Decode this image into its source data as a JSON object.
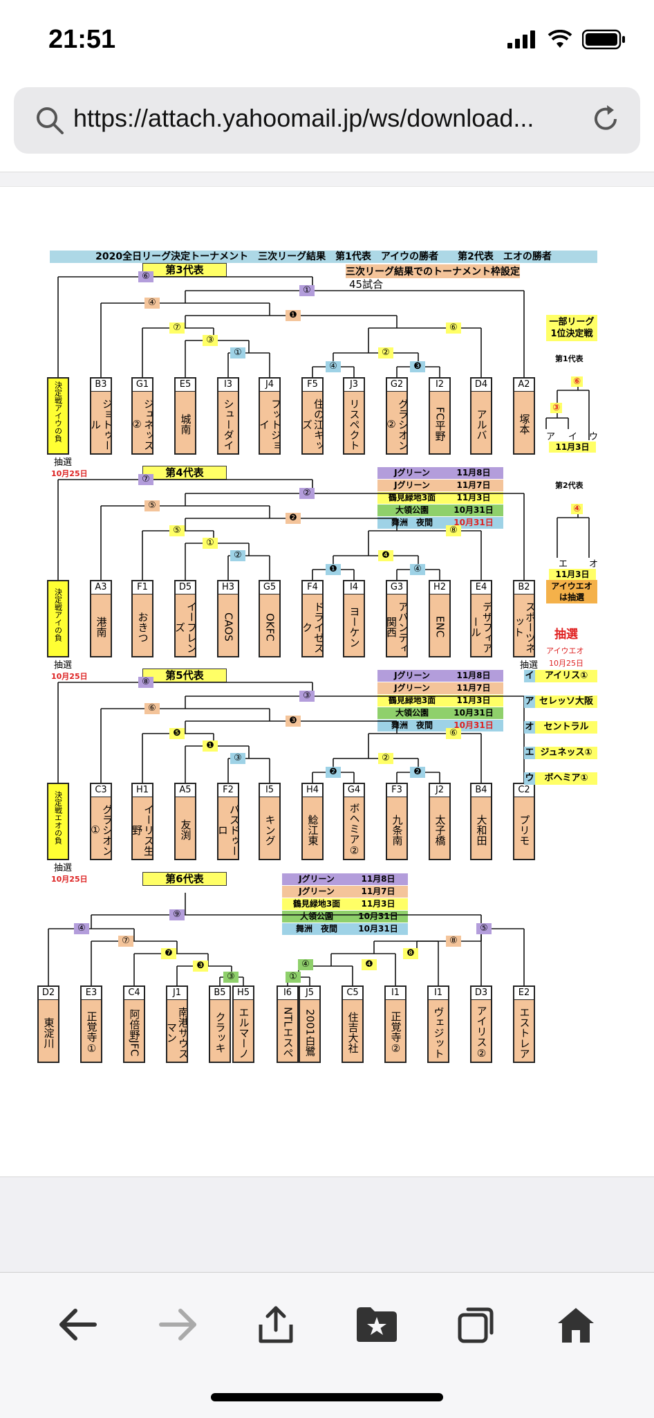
{
  "status": {
    "time": "21:51"
  },
  "browser": {
    "url": "https://attach.yahoomail.jp/ws/download..."
  },
  "doc": {
    "header": "2020全日リーグ決定トーナメント　三次リーグ結果　第1代表　アイウの勝者　　第2代表　エオの勝者",
    "subheader": "三次リーグ結果でのトーナメント枠設定",
    "match_count": "45試合",
    "lottery": "抽選",
    "date_lottery": "10月25日",
    "section_labels": [
      "第3代表",
      "第4代表",
      "第5代表",
      "第6代表"
    ],
    "venues": [
      {
        "name": "Jグリーン",
        "date": "11月8日",
        "color": "#b39ddb"
      },
      {
        "name": "Jグリーン",
        "date": "11月7日",
        "color": "#f4c49a"
      },
      {
        "name": "鶴見緑地3面",
        "date": "11月3日",
        "color": "#ffff66"
      },
      {
        "name": "大領公園",
        "date": "10月31日",
        "color": "#8fd06b"
      },
      {
        "name": "舞洲　夜間",
        "date": "10月31日",
        "color": "#9ed2e6"
      }
    ],
    "sec3_teams": [
      {
        "code": "",
        "name": "決定戦アイウの負",
        "loser": true
      },
      {
        "code": "B3",
        "name": "ジョトゥール"
      },
      {
        "code": "G1",
        "name": "ジュネッス②"
      },
      {
        "code": "E5",
        "name": "城南"
      },
      {
        "code": "I3",
        "name": "シューダイ"
      },
      {
        "code": "J4",
        "name": "フットジョイ"
      },
      {
        "code": "F5",
        "name": "住の江キッズ"
      },
      {
        "code": "J3",
        "name": "リスペクト"
      },
      {
        "code": "G2",
        "name": "グラシオン②"
      },
      {
        "code": "I2",
        "name": "FC平野"
      },
      {
        "code": "D4",
        "name": "アルバ"
      },
      {
        "code": "A2",
        "name": "塚本"
      }
    ],
    "sec3_nums": [
      "⑥",
      "①",
      "④",
      "❶",
      "⑦",
      "③",
      "①",
      "④",
      "❸",
      "②",
      "⑥"
    ],
    "sec4_teams": [
      {
        "code": "",
        "name": "決定戦アイの負",
        "loser": true
      },
      {
        "code": "A3",
        "name": "港南"
      },
      {
        "code": "F1",
        "name": "おきつ"
      },
      {
        "code": "D5",
        "name": "イーフレンズ"
      },
      {
        "code": "H3",
        "name": "CAOS"
      },
      {
        "code": "G5",
        "name": "OKFC"
      },
      {
        "code": "F4",
        "name": "ドライゼスク"
      },
      {
        "code": "I4",
        "name": "ヨーケン"
      },
      {
        "code": "G3",
        "name": "アバンティ関西"
      },
      {
        "code": "H2",
        "name": "ENC"
      },
      {
        "code": "E4",
        "name": "デザフィアール"
      },
      {
        "code": "B2",
        "name": "スポーツネット"
      }
    ],
    "sec4_nums": [
      "⑦",
      "②",
      "⑤",
      "❷",
      "⑤",
      "①",
      "②",
      "❶",
      "④",
      "❹",
      "⑧"
    ],
    "sec5_teams": [
      {
        "code": "",
        "name": "決定戦エオの負",
        "loser": true
      },
      {
        "code": "C3",
        "name": "グラシオン①"
      },
      {
        "code": "H1",
        "name": "イーリス生野"
      },
      {
        "code": "A5",
        "name": "友渕"
      },
      {
        "code": "F2",
        "name": "パスドゥーロ"
      },
      {
        "code": "I5",
        "name": "キング"
      },
      {
        "code": "H4",
        "name": "鯰江東"
      },
      {
        "code": "G4",
        "name": "ボヘミア②"
      },
      {
        "code": "F3",
        "name": "九条南"
      },
      {
        "code": "J2",
        "name": "太子橋"
      },
      {
        "code": "B4",
        "name": "大和田"
      },
      {
        "code": "C2",
        "name": "プリモ"
      }
    ],
    "sec5_nums": [
      "⑧",
      "③",
      "⑥",
      "❸",
      "❺",
      "❶",
      "③",
      "❷",
      "❷",
      "②",
      "⑥"
    ],
    "sec6_teams": [
      {
        "code": "D2",
        "name": "東淀川"
      },
      {
        "code": "E3",
        "name": "正覚寺①"
      },
      {
        "code": "C4",
        "name": "阿倍野JFC"
      },
      {
        "code": "J1",
        "name": "南港サウスマン"
      },
      {
        "code": "B5",
        "name": "クラッキ"
      },
      {
        "code": "H5",
        "name": "エルマーノ"
      },
      {
        "code": "I6",
        "name": "NTLエスペ"
      },
      {
        "code": "J5",
        "name": "2001白鷺"
      },
      {
        "code": "C5",
        "name": "住吉大社"
      },
      {
        "code": "I1",
        "name": "正覚寺②"
      },
      {
        "code": "I1",
        "name": "ヴェジット"
      },
      {
        "code": "D3",
        "name": "アイリス②"
      },
      {
        "code": "E2",
        "name": "エストレア"
      }
    ],
    "sec6_nums": [
      "⑨",
      "④",
      "⑦",
      "❼",
      "❸",
      "③",
      "④",
      "①",
      "❹",
      "❽",
      "⑧",
      "⑤"
    ],
    "right": {
      "league_title": "一部リーグ",
      "league_sub": "1位決定戦",
      "rep1": "第1代表",
      "rep2": "第2代表",
      "n6": "⑥",
      "n3": "③",
      "n4": "④",
      "aiu": [
        "ア",
        "イ",
        "ウ"
      ],
      "eo": [
        "エ",
        "オ"
      ],
      "date_nov3": "11月3日",
      "eo_lottery_1": "アイウエオ",
      "eo_lottery_2": "は抽選",
      "lottery_big": "抽選",
      "lottery_names": "アイウエオ",
      "lottery_date": "10月25日",
      "list": [
        {
          "k": "イ",
          "v": "アイリス①"
        },
        {
          "k": "ア",
          "v": "セレッソ大阪"
        },
        {
          "k": "オ",
          "v": "セントラル"
        },
        {
          "k": "エ",
          "v": "ジュネッス①"
        },
        {
          "k": "ウ",
          "v": "ボヘミア①"
        }
      ]
    }
  }
}
